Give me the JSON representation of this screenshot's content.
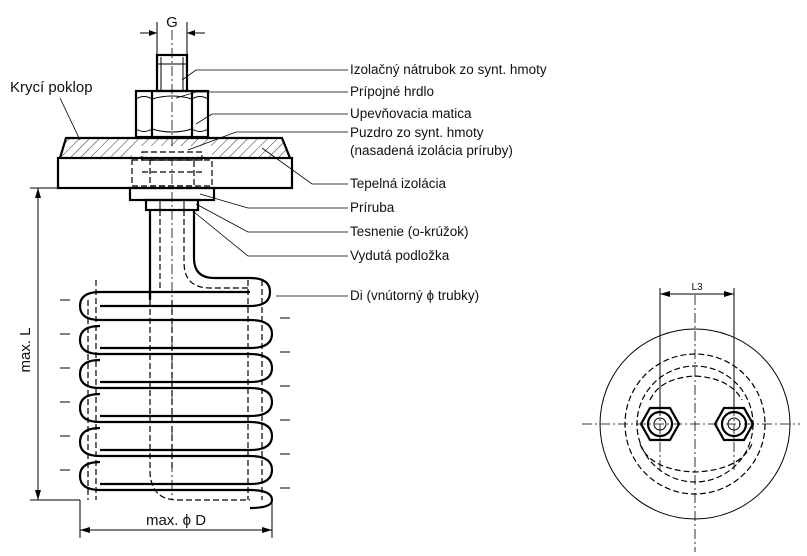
{
  "dimensions": {
    "thread": "G",
    "length": "max. L",
    "diameter": "max. ϕ D",
    "bolt_spacing": "L3"
  },
  "cover_label": "Krycí poklop",
  "callouts": [
    "Izolačný nátrubok zo synt. hmoty",
    "Prípojné hrdlo",
    "Upevňovacia matica",
    "Puzdro zo synt. hmoty",
    "(nasadená izolácia príruby)",
    "Tepelná izolácia",
    "Príruba",
    "Tesnenie (o-krúžok)",
    "Vydutá podložka",
    "Di (vnútorný ϕ trubky)"
  ]
}
